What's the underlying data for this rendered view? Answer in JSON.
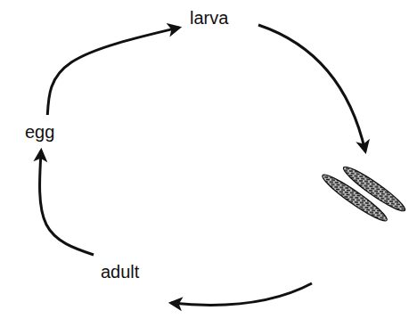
{
  "diagram": {
    "nodes": [
      {
        "text": [
          "larva"
        ]
      },
      {
        "text": [
          "egg"
        ]
      },
      {
        "text": [
          "adult"
        ]
      }
    ],
    "edges": [
      {
        "from": 1,
        "to": 0,
        "arrow": "to"
      },
      {
        "from": 2,
        "to": 1,
        "arrow": "to"
      }
    ]
  }
}
